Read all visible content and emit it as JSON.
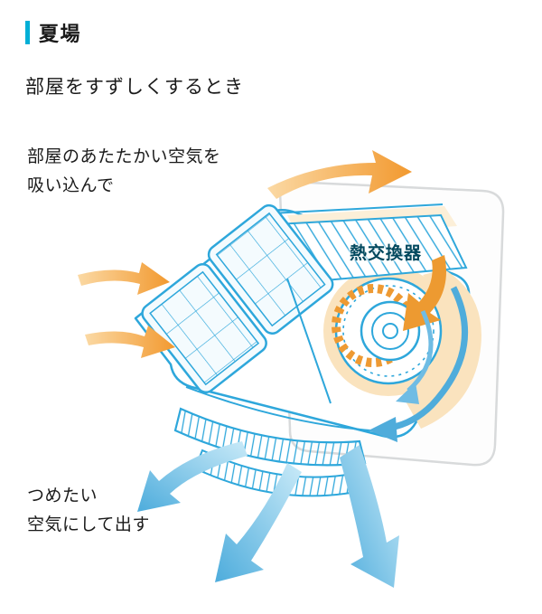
{
  "header": {
    "title": "夏場",
    "subtitle": "部屋をすずしくするとき"
  },
  "diagram": {
    "intake_line1": "部屋のあたたかい空気を",
    "intake_line2": "吸い込んで",
    "heat_exchanger_label": "熱交換器",
    "output_line1": "つめたい",
    "output_line2": "空気にして出す"
  },
  "colors": {
    "accent_bar": "#00AFD6",
    "outline_cyan": "#2EA7DB",
    "warm_air_orange": "#F2992F",
    "cool_air_blue": "#4DACDC",
    "glow_cream": "#FAE3BE"
  }
}
